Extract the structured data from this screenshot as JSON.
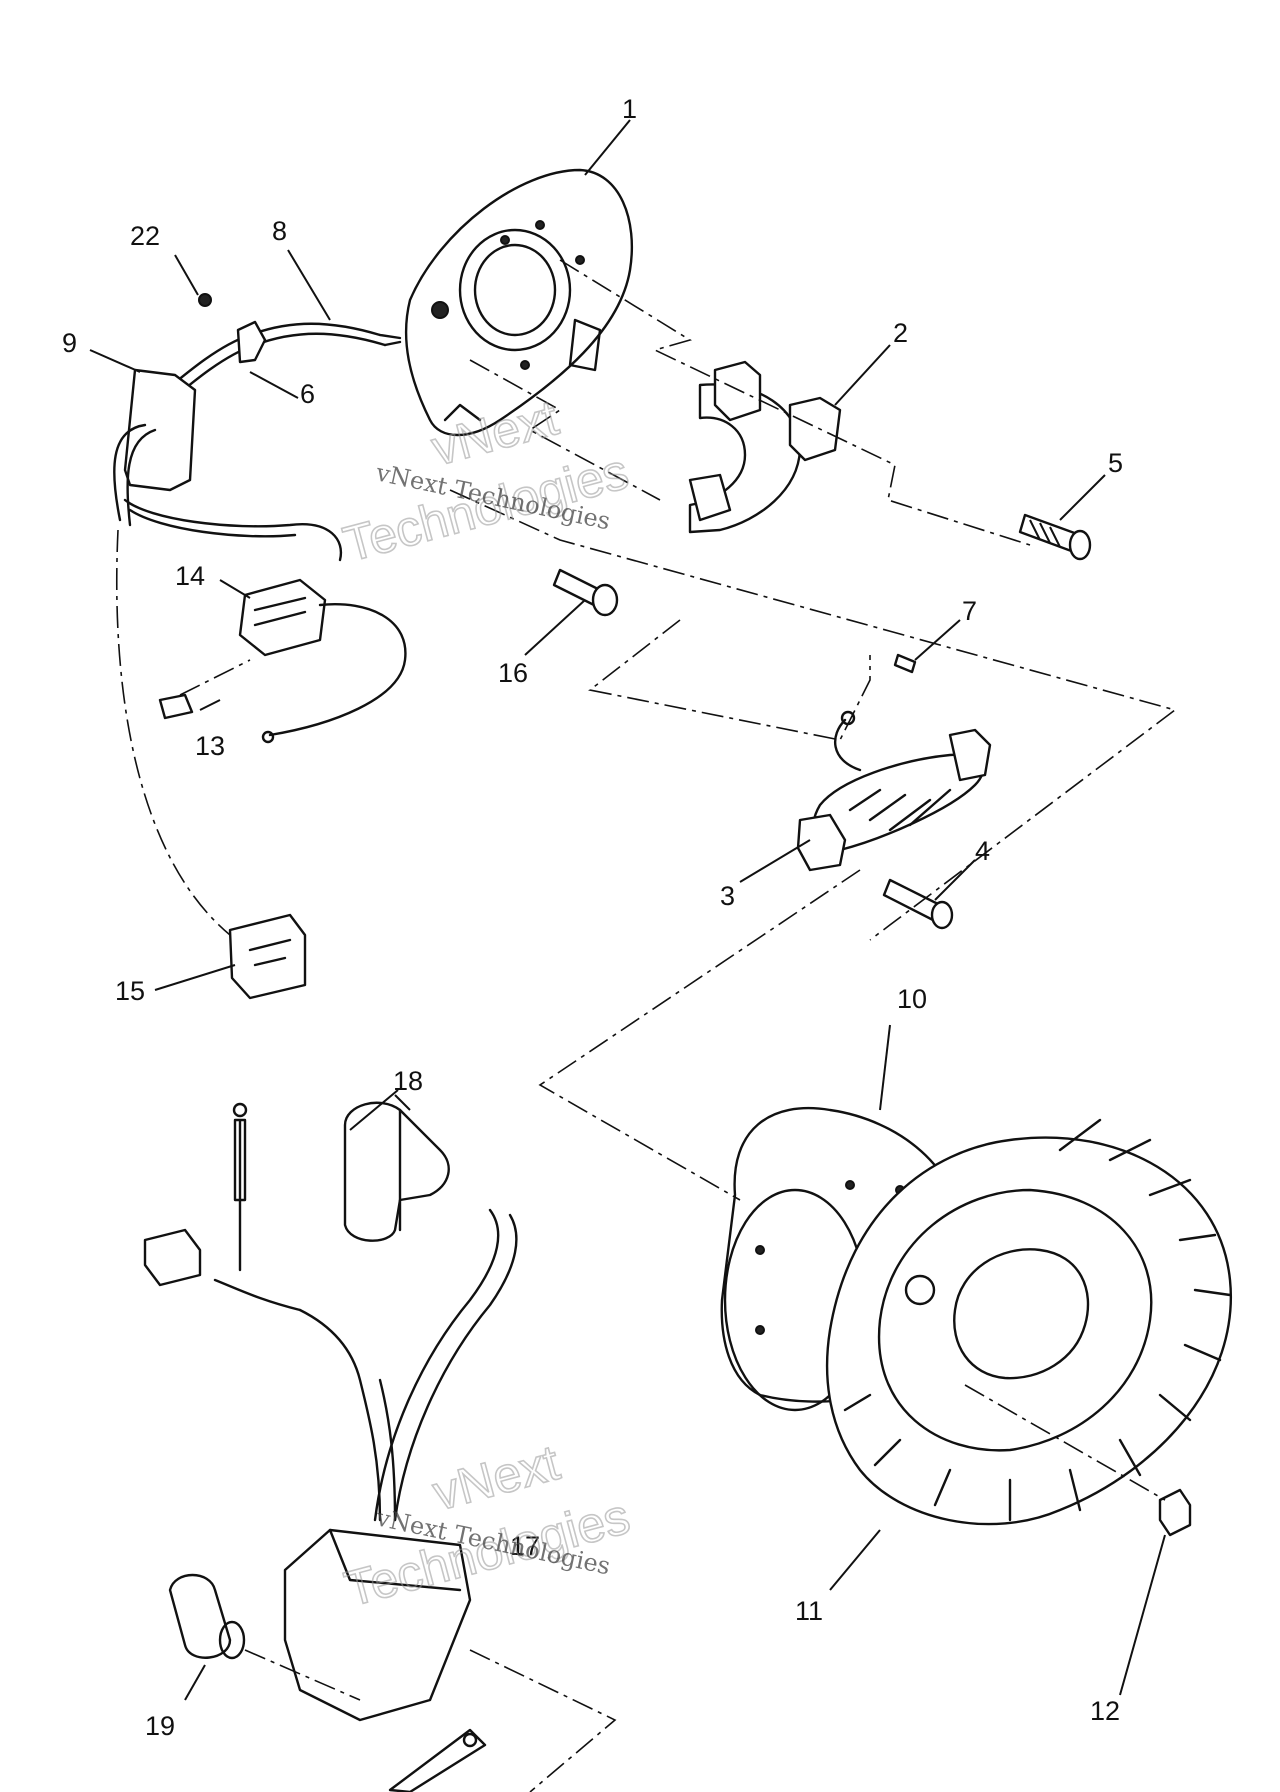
{
  "callouts": {
    "c1": "1",
    "c2": "2",
    "c3": "3",
    "c4": "4",
    "c5": "5",
    "c6": "6",
    "c7": "7",
    "c8": "8",
    "c9": "9",
    "c10": "10",
    "c11": "11",
    "c12": "12",
    "c13": "13",
    "c14": "14",
    "c15": "15",
    "c16": "16",
    "c17": "17",
    "c18": "18",
    "c19": "19",
    "c22": "22"
  },
  "watermark": {
    "line_small": "vNext Technologies",
    "line_big_1": "vNext",
    "line_big_2": "Technologies"
  }
}
